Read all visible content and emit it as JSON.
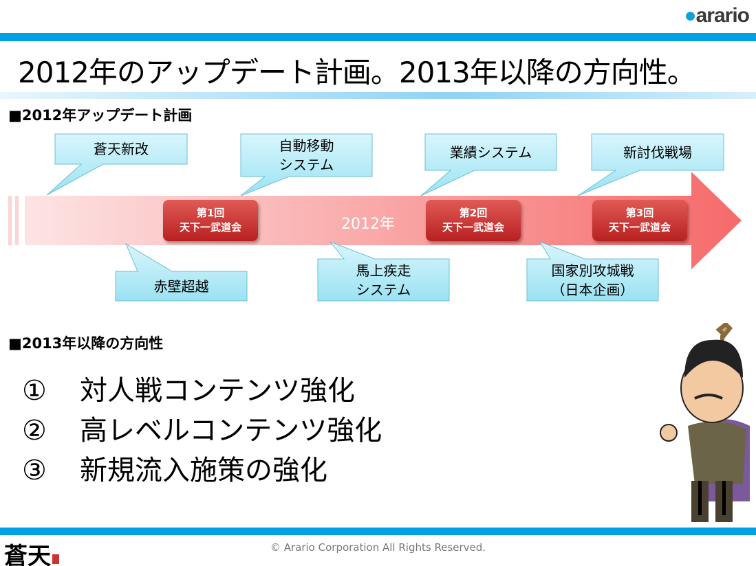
{
  "logo": "arario",
  "title": "2012年のアップデート計画。2013年以降の方向性。",
  "section1": "■2012年アップデート計画",
  "timeline": {
    "year_label": "2012年",
    "callouts_top": [
      {
        "lines": [
          "蒼天新改"
        ]
      },
      {
        "lines": [
          "自動移動",
          "システム"
        ]
      },
      {
        "lines": [
          "業績システム"
        ]
      },
      {
        "lines": [
          "新討伐戦場"
        ]
      }
    ],
    "callouts_bottom": [
      {
        "lines": [
          "赤壁超越"
        ]
      },
      {
        "lines": [
          "馬上疾走",
          "システム"
        ]
      },
      {
        "lines": [
          "国家別攻城戦",
          "（日本企画）"
        ]
      }
    ],
    "events": [
      {
        "line1": "第1回",
        "line2": "天下一武道会"
      },
      {
        "line1": "第2回",
        "line2": "天下一武道会"
      },
      {
        "line1": "第3回",
        "line2": "天下一武道会"
      }
    ]
  },
  "section2": "■2013年以降の方向性",
  "directions": [
    {
      "num": "①",
      "text": "対人戦コンテンツ強化"
    },
    {
      "num": "②",
      "text": "高レベルコンテンツ強化"
    },
    {
      "num": "③",
      "text": "新規流入施策の強化"
    }
  ],
  "footer": {
    "copyright": "© Arario Corporation All Rights Reserved.",
    "game_logo": "蒼天"
  }
}
